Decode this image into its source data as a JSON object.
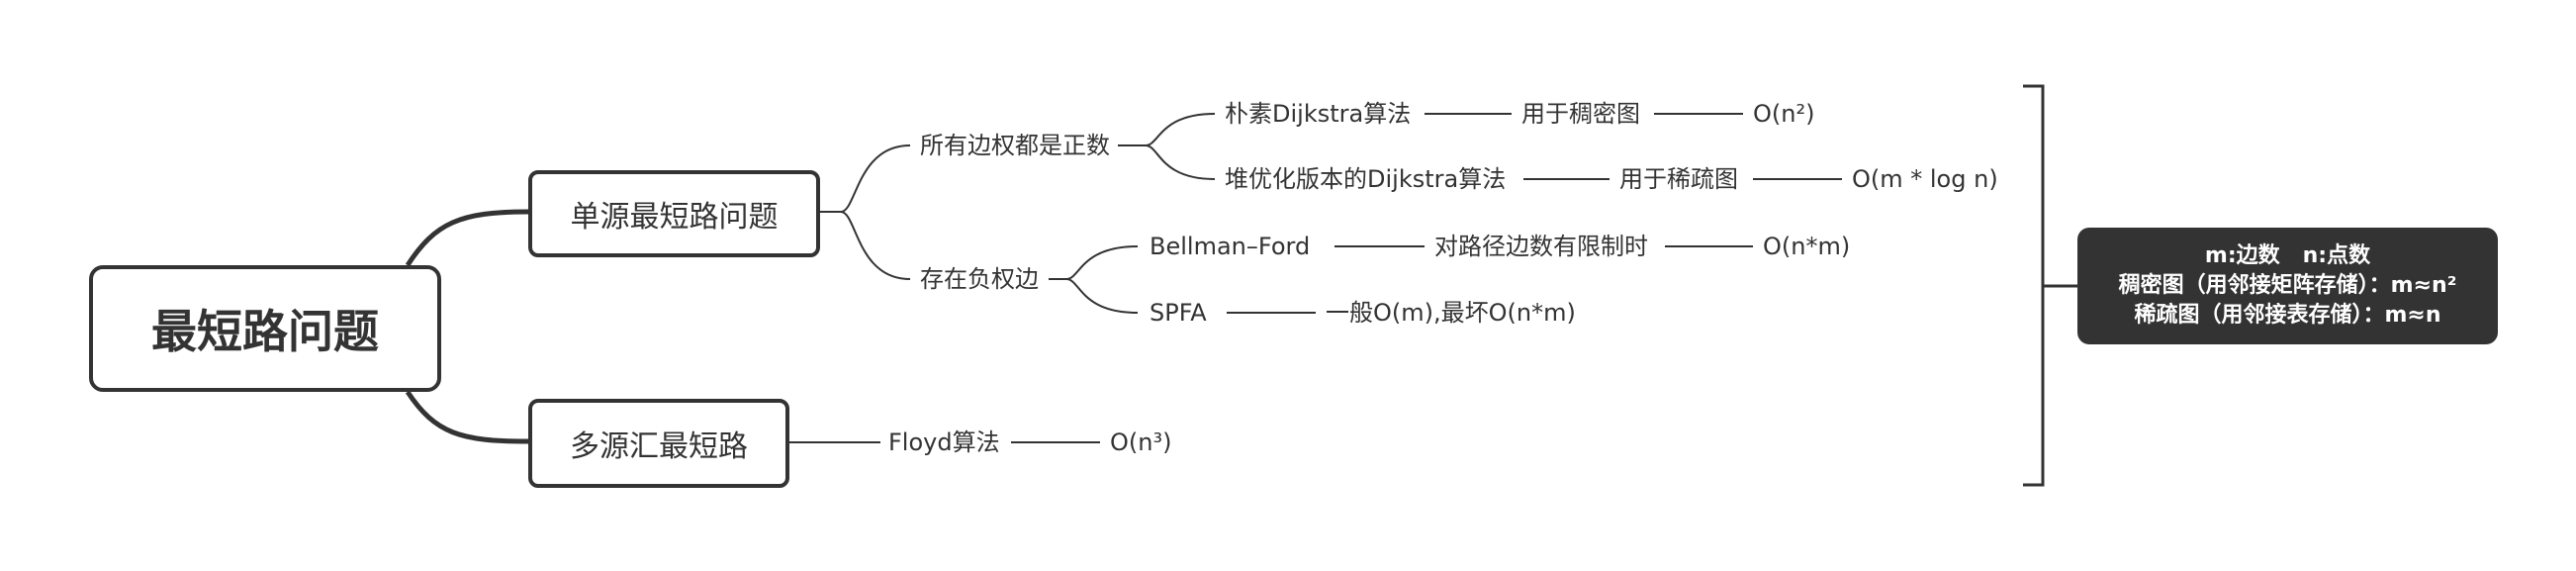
{
  "root": {
    "label": "最短路问题"
  },
  "single_source": {
    "label": "单源最短路问题",
    "all_positive": {
      "label": "所有边权都是正数",
      "naive": {
        "label": "朴素Dijkstra算法",
        "use": "用于稠密图",
        "complexity": "O(n²)"
      },
      "heap": {
        "label": "堆优化版本的Dijkstra算法",
        "use": "用于稀疏图",
        "complexity": "O(m * log n)"
      }
    },
    "negative": {
      "label": "存在负权边",
      "bellman": {
        "label": "Bellman–Ford",
        "use": "对路径边数有限制时",
        "complexity": "O(n*m)"
      },
      "spfa": {
        "label": "SPFA",
        "complexity": "一般O(m),最坏O(n*m)"
      }
    }
  },
  "multi_source": {
    "label": "多源汇最短路",
    "floyd": {
      "label": "Floyd算法",
      "complexity": "O(n³)"
    }
  },
  "summary": {
    "line1": "m:边数   n:点数",
    "line2": "稠密图（用邻接矩阵存储）：m≈n²",
    "line3": "稀疏图（用邻接表存储）：m≈n"
  }
}
